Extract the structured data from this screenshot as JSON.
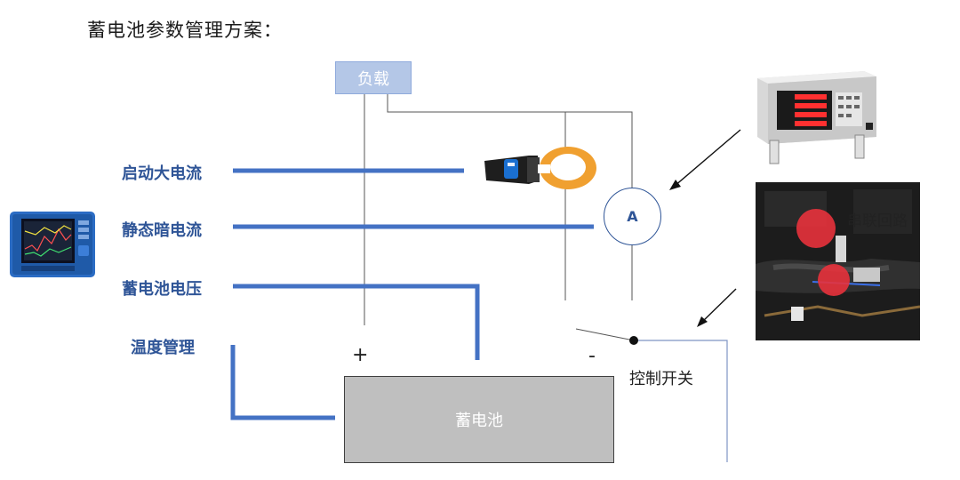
{
  "title": "蓄电池参数管理方案：",
  "rows": [
    {
      "label": "启动大电流"
    },
    {
      "label": "静态暗电流"
    },
    {
      "label": "蓄电池电压"
    },
    {
      "label": "温度管理"
    }
  ],
  "load_label": "负载",
  "battery_label": "蓄电池",
  "ammeter_symbol": "A",
  "terminal_plus": "+",
  "terminal_minus": "-",
  "switch_label": "控制开关",
  "series_loop_label": "串联回路",
  "colors": {
    "accent_blue": "#2f5597",
    "wire_blue": "#4472c4",
    "load_fill": "#b4c7e7",
    "battery_fill": "#bfbfbf",
    "clamp_orange": "#f0a030",
    "marker_red": "#e8323c"
  },
  "devices": {
    "recorder": "data-logger-icon",
    "clamp": "clamp-meter-icon",
    "power_meter": "power-meter-icon",
    "photo": "engine-bay-photo"
  }
}
